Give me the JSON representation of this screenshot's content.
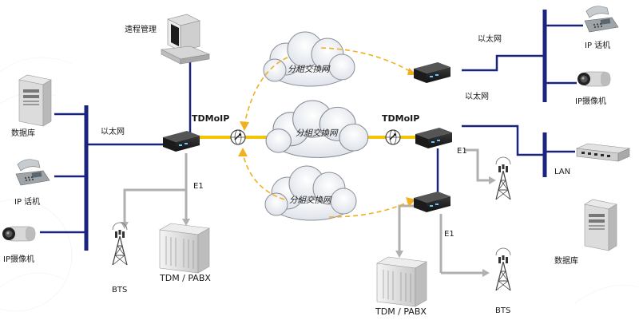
{
  "labels": {
    "remote_mgmt": "遠程管理",
    "tdmoip_left": "TDMoIP",
    "tdmoip_right": "TDMoIP",
    "eth_left": "以太网",
    "eth_top_right": "以太网",
    "eth_mid_right": "以太网",
    "database_left": "数据库",
    "database_right": "数据库",
    "ip_phone_left": "IP 话机",
    "ip_phone_right": "IP 话机",
    "ip_camera_left": "IP摄像机",
    "ip_camera_right": "IP摄像机",
    "e1_left": "E1",
    "e1_right_top": "E1",
    "e1_right_bottom": "E1",
    "bts_left": "BTS",
    "bts_right": "BTS",
    "tdm_pabx_left": "TDM / PABX",
    "tdm_pabx_right": "TDM / PABX",
    "lan": "LAN",
    "cloud_top": "分組交換网",
    "cloud_mid": "分組交換网",
    "cloud_bottom": "分組交換网"
  },
  "colors": {
    "bus_blue": "#1a237e",
    "yellow_link": "#f2c500",
    "gray_link": "#b0b0b0",
    "dashed_orange": "#f0b020"
  },
  "icons": {
    "computer": "computer-icon",
    "tdmoip_device": "tdmoip-device-icon",
    "server": "server-icon",
    "ip_phone": "ip-phone-icon",
    "ip_camera": "ip-camera-icon",
    "bts_tower": "bts-tower-icon",
    "pabx_cabinet": "pabx-cabinet-icon",
    "switch": "switch-icon",
    "router_globe": "router-globe-icon",
    "cloud": "cloud-icon"
  }
}
